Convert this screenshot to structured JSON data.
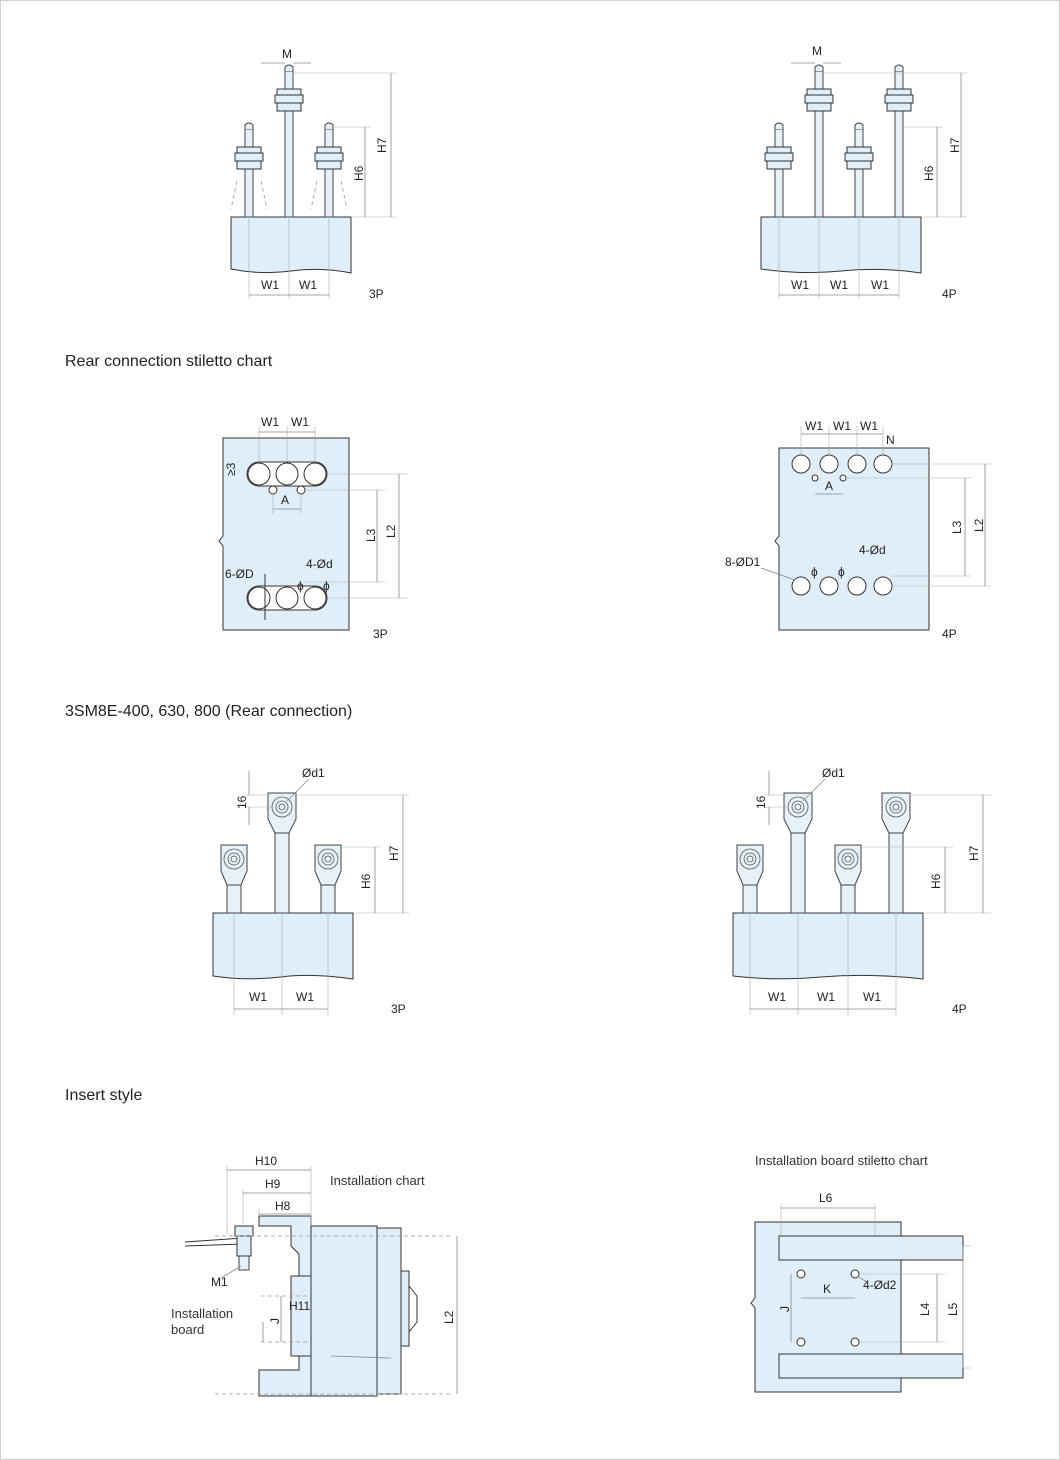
{
  "headings": {
    "rear_stiletto": "Rear connection stiletto chart",
    "rear_connection": "3SM8E-400, 630, 800 (Rear connection)",
    "insert_style": "Insert style",
    "installation_chart": "Installation chart",
    "installation_board_stiletto": "Installation board stiletto chart",
    "installation_board": "Installation\nboard"
  },
  "poles": {
    "three": "3P",
    "four": "4P"
  },
  "dims": {
    "M": "M",
    "H6": "H6",
    "H7": "H7",
    "W1": "W1",
    "N": "N",
    "A": "A",
    "L2": "L2",
    "L3": "L3",
    "z3": "≥3",
    "d6": "6-ØD",
    "d4": "4-Ød",
    "d8": "8-ØD1",
    "phi": "ϕ",
    "od1": "Ød1",
    "t16": "16",
    "H8": "H8",
    "H9": "H9",
    "H10": "H10",
    "H11": "H11",
    "M1": "M1",
    "J": "J",
    "L4": "L4",
    "L5": "L5",
    "L6": "L6",
    "K": "K",
    "d42": "4-Ød2"
  },
  "colors": {
    "body_fill": "#dfeef8",
    "outline": "#333333",
    "dimension": "#888888"
  }
}
